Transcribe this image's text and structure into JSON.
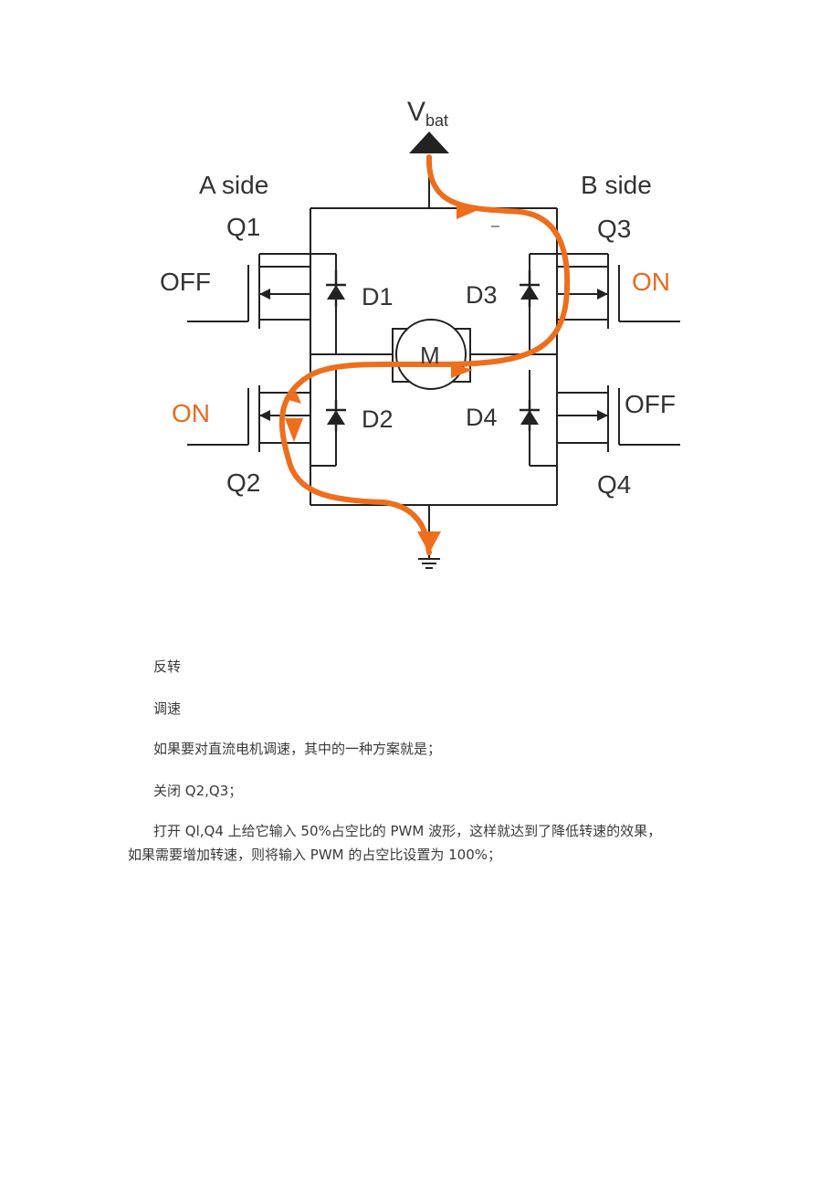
{
  "figure": {
    "vbat_label": "V",
    "vbat_sub": "bat",
    "a_side": "A side",
    "b_side": "B side",
    "q1": "Q1",
    "q2": "Q2",
    "q3": "Q3",
    "q4": "Q4",
    "d1": "D1",
    "d2": "D2",
    "d3": "D3",
    "d4": "D4",
    "motor": "M",
    "q1_state": "OFF",
    "q2_state": "ON",
    "q3_state": "ON",
    "q4_state": "OFF",
    "colors": {
      "wire": "#222222",
      "current": "#ee6e1c",
      "on_label": "#e86a1e"
    }
  },
  "text": {
    "p1": "反转",
    "p2": "调速",
    "p3": "如果要对直流电机调速，其中的一种方案就是；",
    "p4": "关闭 Q2,Q3；",
    "p5_line1": "打开 Ql,Q4 上给它输入 50%占空比的 PWM 波形，这样就达到了降低转速的效果，",
    "p5_line2": "如果需要增加转速，则将输入 PWM 的占空比设置为 100%；"
  }
}
